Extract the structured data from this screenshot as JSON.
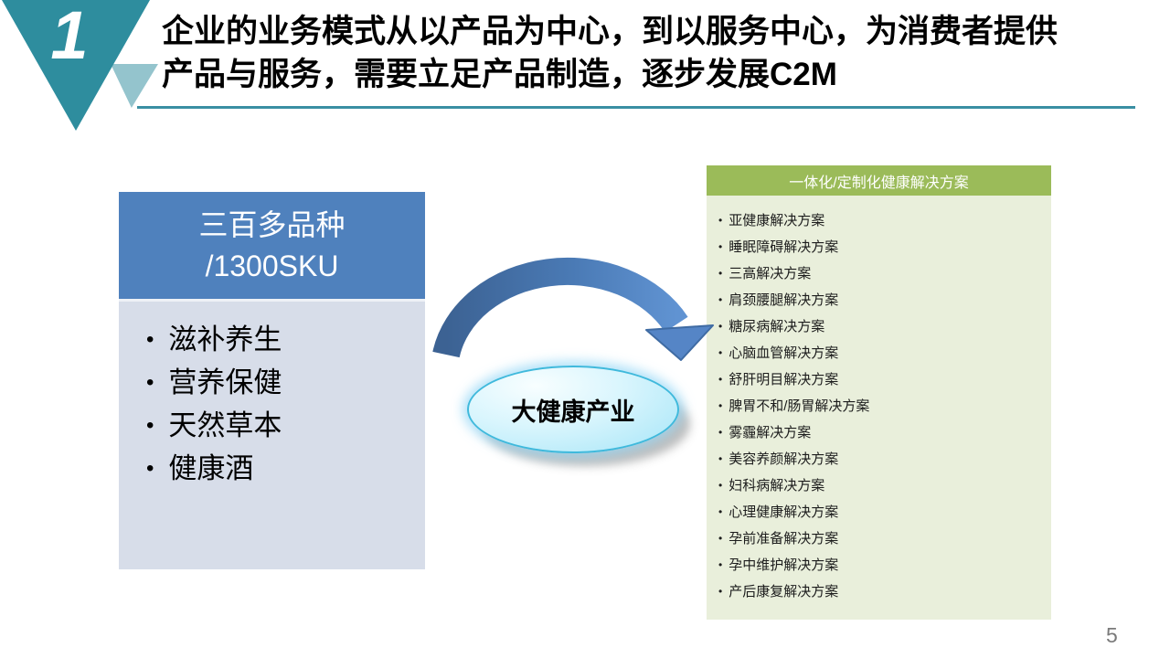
{
  "slide": {
    "badge": "1",
    "title_line1": "企业的业务模式从以产品为中心，到以服务中心，为消费者提供",
    "title_line2": "产品与服务，需要立足产品制造，逐步发展C2M",
    "page_number": "5"
  },
  "product_box": {
    "header_line1": "三百多品种",
    "header_line2": "/1300SKU",
    "items": [
      "滋补养生",
      "营养保健",
      "天然草本",
      "健康酒"
    ]
  },
  "center": {
    "ellipse_label": "大健康产业",
    "arrow_icon": "curved-right-arrow"
  },
  "solutions_panel": {
    "header": "一体化/定制化健康解决方案",
    "items": [
      "亚健康解决方案",
      "睡眠障碍解决方案",
      "三高解决方案",
      "肩颈腰腿解决方案",
      "糖尿病解决方案",
      "心脑血管解决方案",
      "舒肝明目解决方案",
      "脾胃不和/肠胃解决方案",
      "雾霾解决方案",
      "美容养颜解决方案",
      "妇科病解决方案",
      "心理健康解决方案",
      "孕前准备解决方案",
      "孕中维护解决方案",
      "产后康复解决方案"
    ]
  },
  "colors": {
    "teal_triangle": "#2e8d9e",
    "teal_triangle_light": "#94c4cd",
    "divider": "#3a8fa3",
    "product_header_bg": "#4f81bd",
    "product_body_bg": "#d7dde9",
    "solutions_header_bg": "#9bbb59",
    "solutions_body_bg": "#e9efdb",
    "arrow_gradient_start": "#3c6293",
    "arrow_gradient_end": "#6093d2",
    "ellipse_border": "#3fb9dc",
    "ellipse_fill": "#a5e5f7",
    "page_number": "#7a7a7a"
  }
}
